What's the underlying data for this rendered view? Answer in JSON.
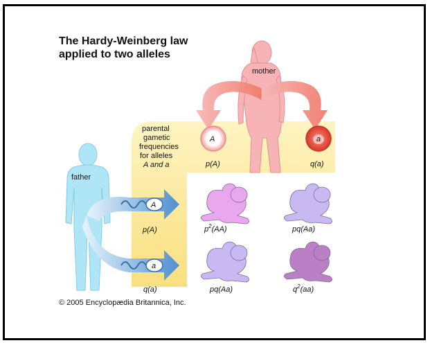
{
  "title": {
    "line1": "The Hardy-Weinberg law",
    "line2": "applied to two alleles"
  },
  "labels": {
    "mother": "mother",
    "father": "father",
    "parental_line1": "parental",
    "parental_line2": "gametic",
    "parental_line3": "frequencies",
    "parental_line4": "for alleles",
    "parental_line5": "A and a"
  },
  "gametes": {
    "mother_A": {
      "allele": "A",
      "freq": "p(A)"
    },
    "mother_a": {
      "allele": "a",
      "freq": "q(a)"
    },
    "father_A": {
      "allele": "A",
      "freq": "p(A)"
    },
    "father_a": {
      "allele": "a",
      "freq": "q(a)"
    }
  },
  "offspring": [
    {
      "base": "p",
      "sup": "2",
      "geno": "(AA)",
      "color": "#e9a7ee"
    },
    {
      "base": "pq",
      "sup": "",
      "geno": "(Aa)",
      "color": "#c9b9f2"
    },
    {
      "base": "pq",
      "sup": "",
      "geno": "(Aa)",
      "color": "#c9b9f2"
    },
    {
      "base": "q",
      "sup": "2",
      "geno": "(aa)",
      "color": "#b980c6"
    }
  ],
  "copyright": "© 2005 Encyclopædia Britannica, Inc.",
  "colors": {
    "mother_figure": "#f7b4b6",
    "father_figure": "#aee6f7",
    "freq_band": "#fbe590",
    "egg_A": "#f2a1a1",
    "egg_a": "#e8473b",
    "sperm_arrow": "#6aa8d8"
  }
}
